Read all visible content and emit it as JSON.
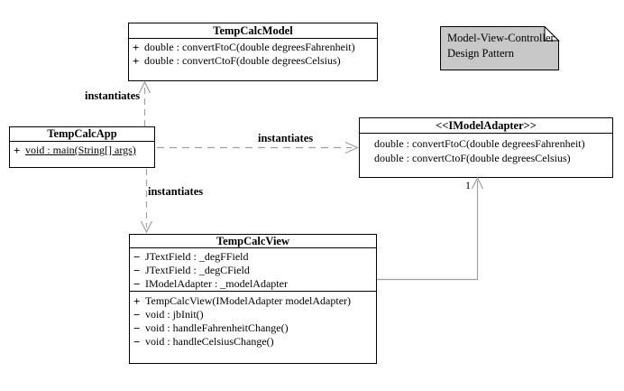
{
  "diagram": {
    "classes": {
      "model": {
        "title": "TempCalcModel",
        "methods": [
          {
            "vis": "+",
            "text": "double : convertFtoC(double degreesFahrenheit)"
          },
          {
            "vis": "+",
            "text": "double : convertCtoF(double degreesCelsius)"
          }
        ]
      },
      "app": {
        "title": "TempCalcApp",
        "methods": [
          {
            "vis": "+",
            "text": "void : main(String[] args)"
          }
        ]
      },
      "adapter": {
        "title": "<<IModelAdapter>>",
        "methods": [
          {
            "text": "double : convertFtoC(double degreesFahrenheit)"
          },
          {
            "text": "double : convertCtoF(double degreesCelsius)"
          }
        ]
      },
      "view": {
        "title": "TempCalcView",
        "fields": [
          {
            "vis": "−",
            "text": "JTextField : _degFField"
          },
          {
            "vis": "−",
            "text": "JTextField : _degCField"
          },
          {
            "vis": "−",
            "text": "IModelAdapter : _modelAdapter"
          }
        ],
        "methods": [
          {
            "vis": "+",
            "text": "TempCalcView(IModelAdapter modelAdapter)"
          },
          {
            "vis": "−",
            "text": "void : jbInit()"
          },
          {
            "vis": "−",
            "text": "void : handleFahrenheitChange()"
          },
          {
            "vis": "−",
            "text": "void : handleCelsiusChange()"
          }
        ]
      }
    },
    "note": {
      "line1": "Model-View-Controller",
      "line2": "Design Pattern"
    },
    "edges": {
      "app_to_model": {
        "label": "instantiates"
      },
      "app_to_adapter": {
        "label": "instantiates"
      },
      "app_to_view": {
        "label": "instantiates"
      },
      "view_to_adapter": {
        "multiplicity": "1"
      }
    },
    "colors": {
      "box_border": "#000000",
      "arrow": "#a0a0a0",
      "note_fill": "#c8c8c8",
      "note_fold": "#ffffff",
      "text": "#000000"
    }
  }
}
